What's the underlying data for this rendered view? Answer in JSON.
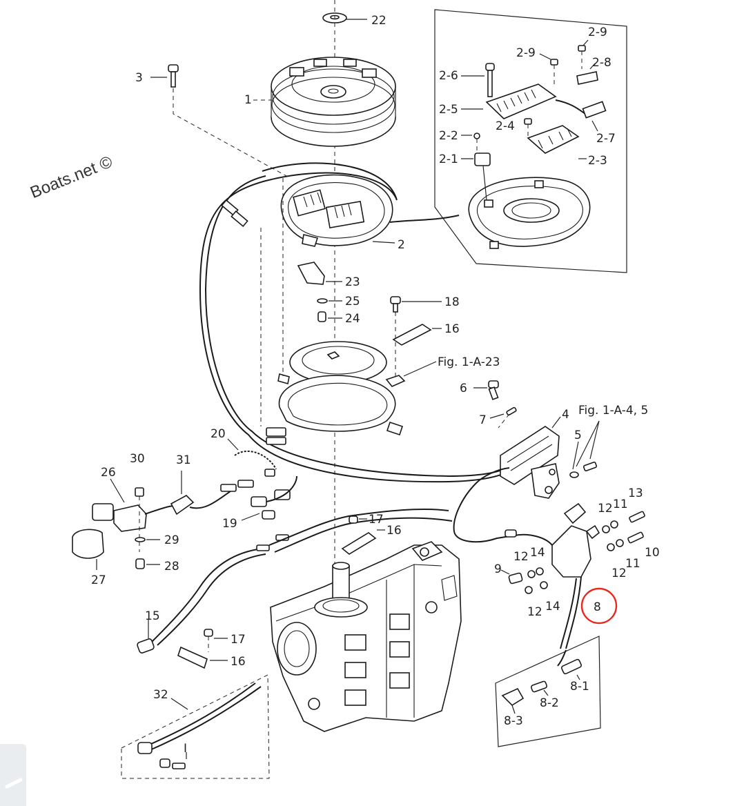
{
  "watermark": "Boats.net ©",
  "callouts": {
    "p1": "1",
    "p2": "2",
    "p2_1": "2-1",
    "p2_2": "2-2",
    "p2_3": "2-3",
    "p2_4": "2-4",
    "p2_5": "2-5",
    "p2_6": "2-6",
    "p2_7": "2-7",
    "p2_8": "2-8",
    "p2_9a": "2-9",
    "p2_9b": "2-9",
    "p3": "3",
    "p4": "4",
    "p5": "5",
    "p6": "6",
    "p7": "7",
    "p8": "8",
    "p8_1": "8-1",
    "p8_2": "8-2",
    "p8_3": "8-3",
    "p9": "9",
    "p10": "10",
    "p11a": "11",
    "p11b": "11",
    "p12a": "12",
    "p12b": "12",
    "p12c": "12",
    "p12d": "12",
    "p13": "13",
    "p14a": "14",
    "p14b": "14",
    "p15": "15",
    "p16a": "16",
    "p16b": "16",
    "p16c": "16",
    "p17a": "17",
    "p17b": "17",
    "p18": "18",
    "p19": "19",
    "p20": "20",
    "p22": "22",
    "p23": "23",
    "p24": "24",
    "p25": "25",
    "p26": "26",
    "p27": "27",
    "p28": "28",
    "p29": "29",
    "p30": "30",
    "p31": "31",
    "p32": "32",
    "p_i": "I",
    "fig_a23": "Fig. 1-A-23",
    "fig_a45": "Fig. 1-A-4, 5"
  },
  "highlight_color": "#e8281c"
}
